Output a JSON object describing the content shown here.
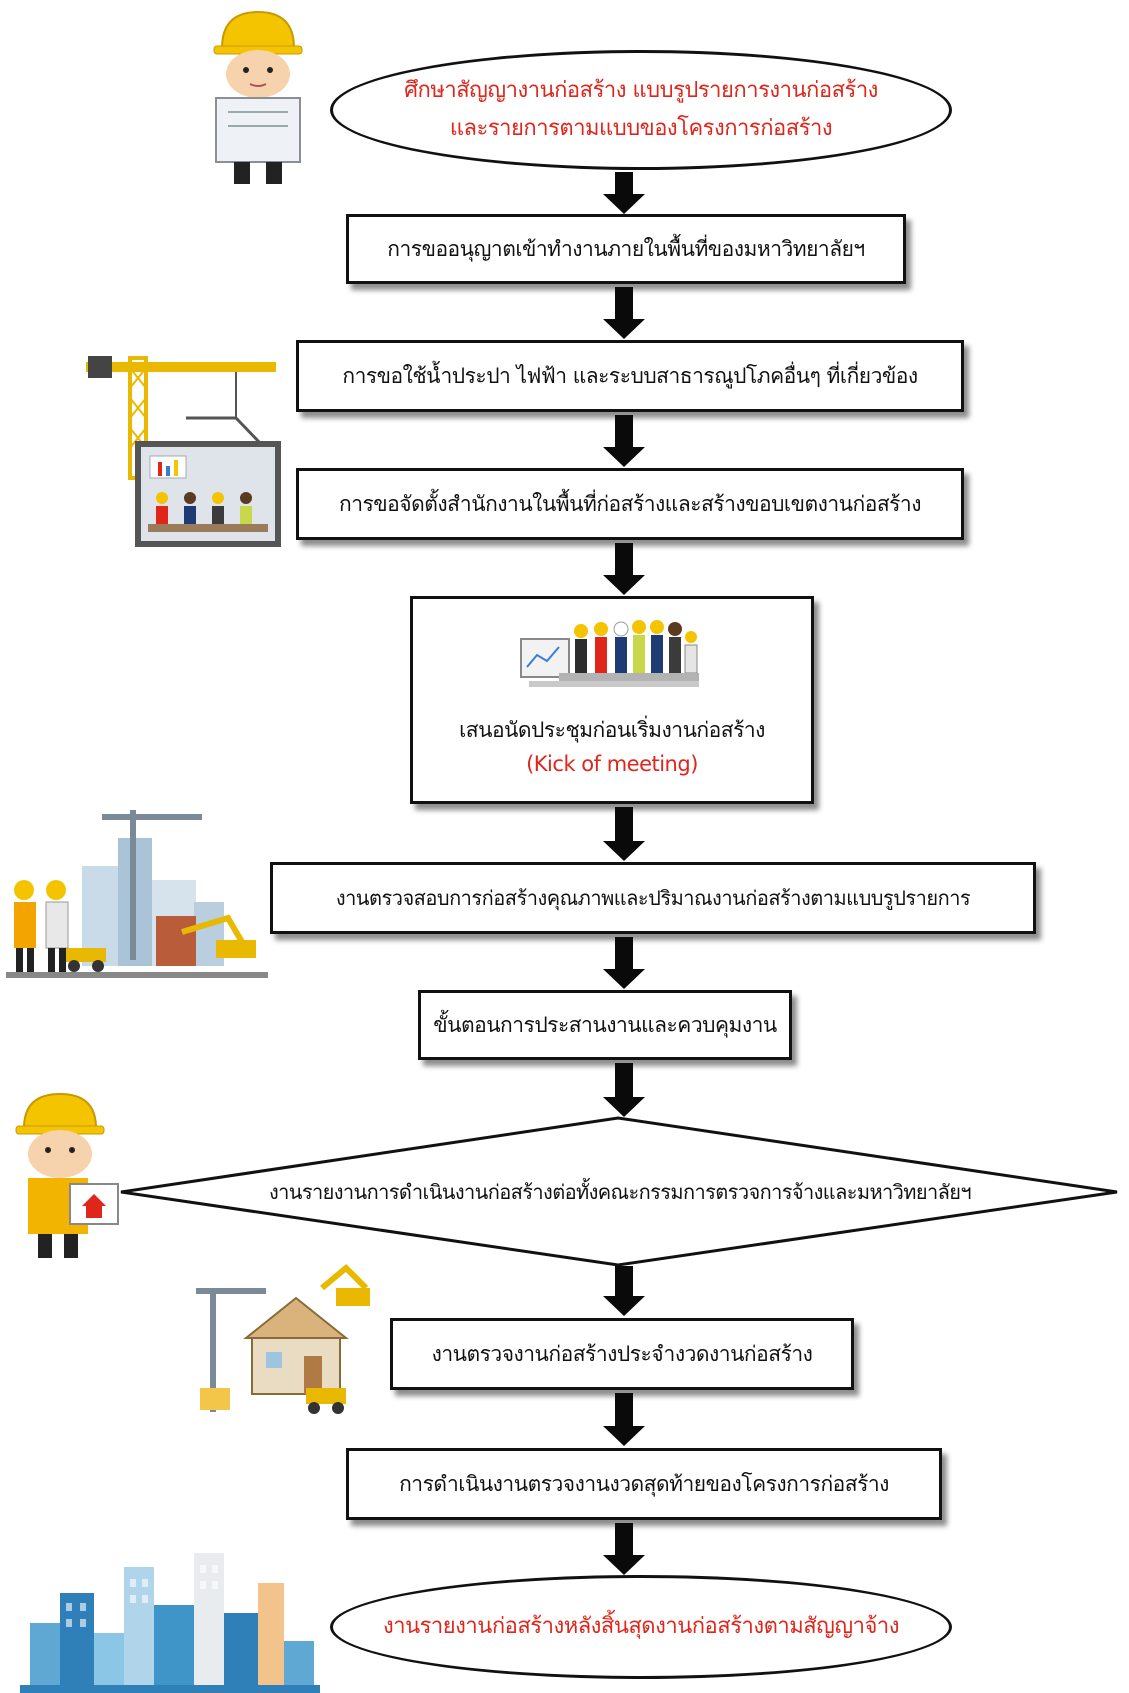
{
  "colors": {
    "accent_red": "#e0261b",
    "box_border": "#111111",
    "arrow": "#0a0a0a",
    "helmet": "#f5c400"
  },
  "flowchart": {
    "start": {
      "line1": "ศึกษาสัญญางานก่อสร้าง แบบรูปรายการงานก่อสร้าง",
      "line2": "และรายการตามแบบของโครงการก่อสร้าง"
    },
    "steps": [
      "การขออนุญาตเข้าทำงานภายในพื้นที่ของมหาวิทยาลัยฯ",
      "การขอใช้น้ำประปา ไฟฟ้า และระบบสาธารณูปโภคอื่นๆ ที่เกี่ยวข้อง",
      "การขอจัดตั้งสำนักงานในพื้นที่ก่อสร้างและสร้างขอบเขตงานก่อสร้าง"
    ],
    "meeting": {
      "line1": "เสนอนัดประชุมก่อนเริ่มงานก่อสร้าง",
      "line2": "(Kick of meeting)"
    },
    "steps_after_meeting": [
      "งานตรวจสอบการก่อสร้างคุณภาพและปริมาณงานก่อสร้างตามแบบรูปรายการ",
      "ขั้นตอนการประสานงานและควบคุมงาน"
    ],
    "decision": "งานรายงานการดำเนินงานก่อสร้างต่อทั้งคณะกรรมการตรวจการจ้างและมหาวิทยาลัยฯ",
    "steps_final": [
      "งานตรวจงานก่อสร้างประจำงวดงานก่อสร้าง",
      "การดำเนินงานตรวจงานงวดสุดท้ายของโครงการก่อสร้าง"
    ],
    "end": "งานรายงานก่อสร้างหลังสิ้นสุดงานก่อสร้างตามสัญญาจ้าง"
  },
  "icons": [
    "engineer-reading-icon",
    "crane-office-icon",
    "meeting-team-icon",
    "workers-site-icon",
    "engineer-sign-icon",
    "house-construction-icon",
    "city-buildings-icon"
  ]
}
